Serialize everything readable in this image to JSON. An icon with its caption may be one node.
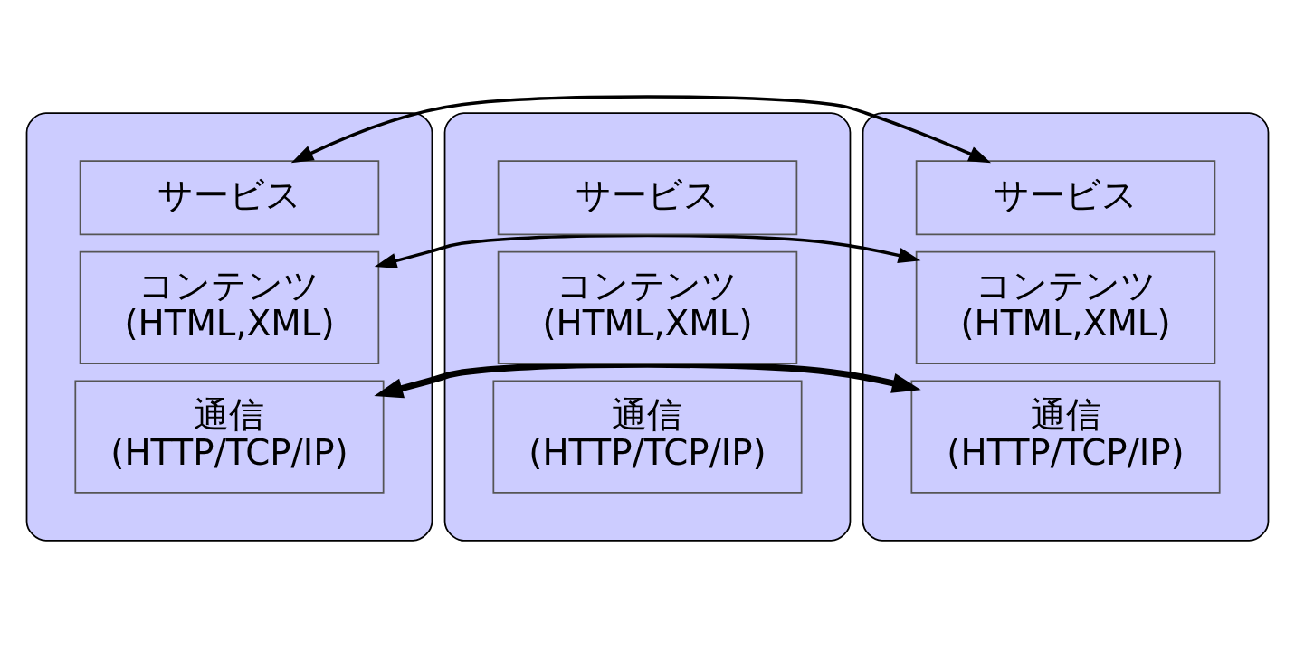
{
  "diagram": {
    "nodes": [
      {
        "text": [],
        "shape": "ellipse"
      },
      {
        "text": [
          "サービス"
        ],
        "in": 0
      },
      {
        "text": [
          "コンテンツ",
          "(HTML,XML)"
        ],
        "in": 0
      },
      {
        "text": [
          "通信",
          "(HTTP/TCP/IP)"
        ],
        "in": 0
      },
      {
        "text": [],
        "shape": "ellipse"
      },
      {
        "text": [
          "サービス"
        ],
        "in": 4
      },
      {
        "text": [
          "コンテンツ",
          "(HTML,XML)"
        ],
        "in": 4
      },
      {
        "text": [
          "通信",
          "(HTTP/TCP/IP)"
        ],
        "in": 4
      },
      {
        "text": [],
        "shape": "ellipse"
      },
      {
        "text": [
          "サービス"
        ],
        "in": 8
      },
      {
        "text": [
          "コンテンツ",
          "(HTML,XML)"
        ],
        "in": 8
      },
      {
        "text": [
          "通信",
          "(HTTP/TCP/IP)"
        ],
        "in": 8
      }
    ],
    "edges": [
      {
        "from": 1,
        "to": 9,
        "arrow": "both"
      },
      {
        "from": 2,
        "to": 10,
        "arrow": "both"
      },
      {
        "from": 3,
        "to": 11,
        "arrow": "both",
        "style": "thick"
      }
    ]
  }
}
